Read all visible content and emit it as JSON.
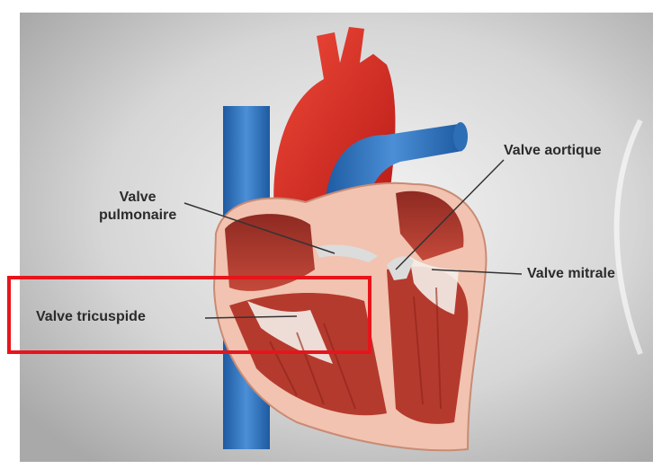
{
  "labels": {
    "aortic_valve": "Valve aortique",
    "pulmonary_valve_line1": "Valve",
    "pulmonary_valve_line2": "pulmonaire",
    "mitral_valve": "Valve mitrale",
    "tricuspid_valve": "Valve tricuspide"
  },
  "colors": {
    "highlight": "#e8141b",
    "artery_red": "#d8261f",
    "vein_blue": "#2d6fb6",
    "muscle": "#b53a2e",
    "tissue": "#f1c3b0"
  },
  "highlighted_label": "tricuspid_valve"
}
